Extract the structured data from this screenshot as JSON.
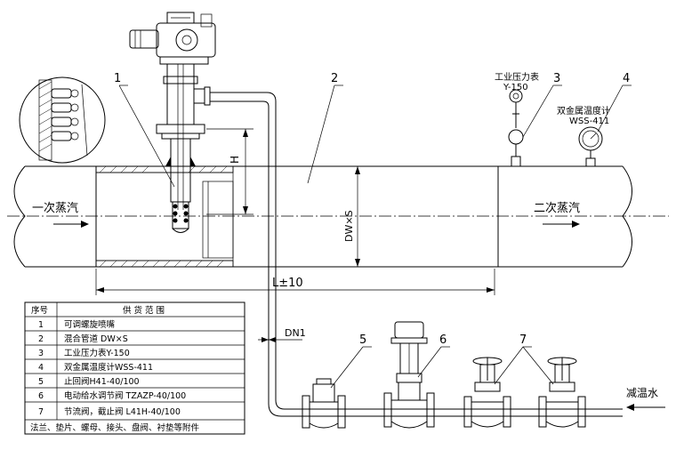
{
  "callouts": [
    "1",
    "2",
    "3",
    "4",
    "5",
    "6",
    "7"
  ],
  "labels": {
    "steam_left": "一次蒸汽",
    "steam_right": "二次蒸汽",
    "pressure_gauge_title": "工业压力表",
    "pressure_gauge_model": "Y-150",
    "thermo_title": "双金属温度计",
    "thermo_model": "WSS-411",
    "dim_h": "H",
    "dim_dw": "DW×S",
    "dim_l": "L±10",
    "dim_dn": "DN1",
    "desuperheat_water": "减温水"
  },
  "table": {
    "header": {
      "seq": "序号",
      "scope": "供 货 范 围"
    },
    "rows": [
      {
        "seq": "1",
        "desc": "可调螺旋喷嘴"
      },
      {
        "seq": "2",
        "desc": "混合管道 DW×S"
      },
      {
        "seq": "3",
        "desc": "工业压力表Y-150"
      },
      {
        "seq": "4",
        "desc": "双金属温度计WSS-411"
      },
      {
        "seq": "5",
        "desc": "止回阀H41-40/100"
      },
      {
        "seq": "6",
        "desc": "电动给水调节阀 TZAZP-40/100"
      },
      {
        "seq": "7",
        "desc": "节流阀，截止阀 L41H-40/100"
      }
    ],
    "footer": "法兰、垫片、螺母、接头、盘阀、衬垫等附件"
  }
}
